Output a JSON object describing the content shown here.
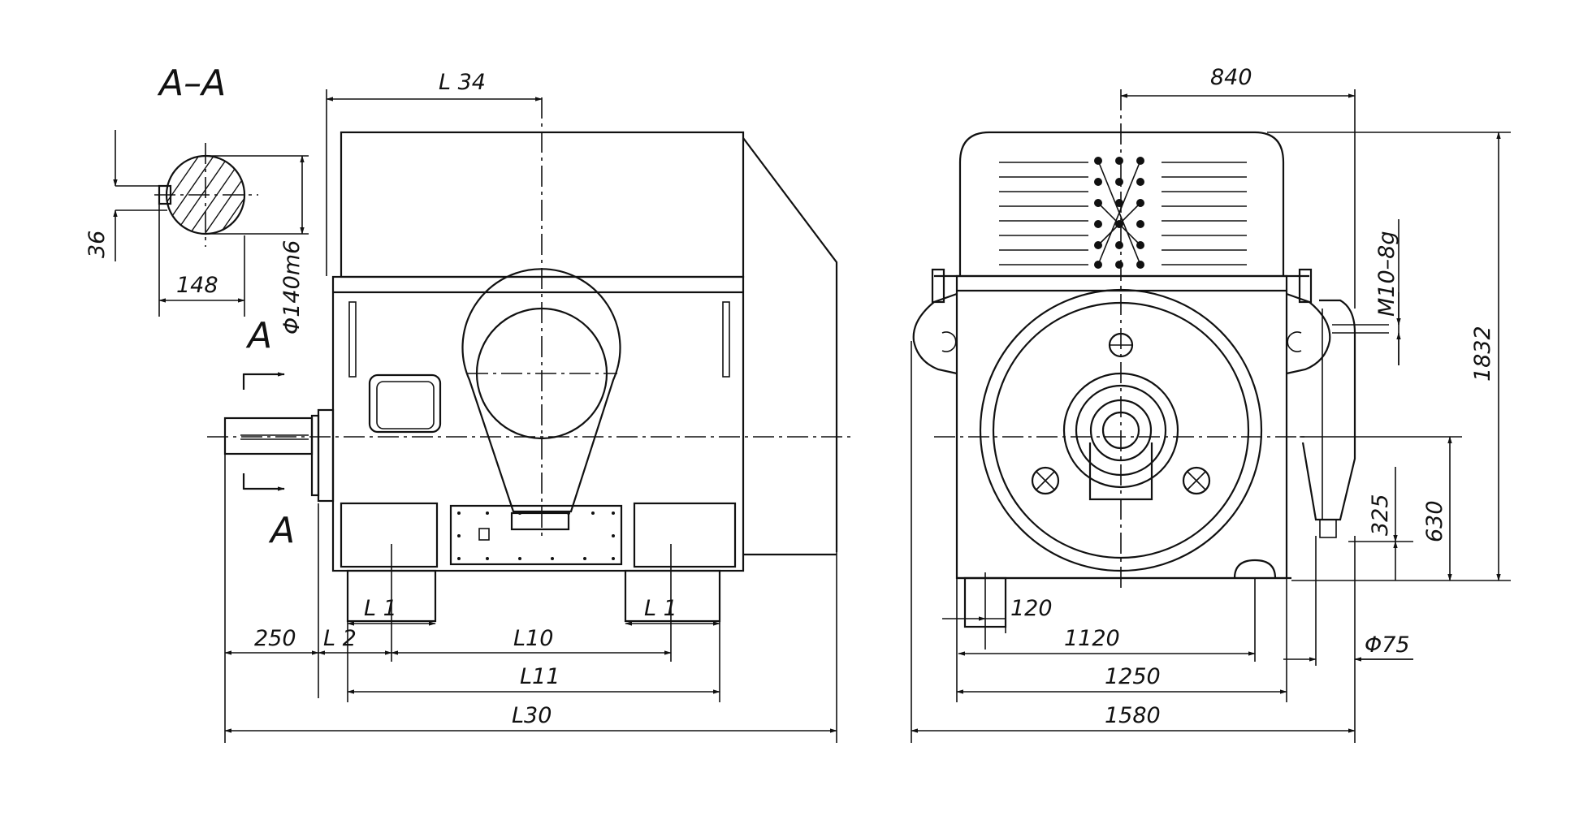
{
  "section_title": "A–A",
  "section_marker": "A",
  "labels": {
    "key_height": "36",
    "shaft_diameter": "Φ140m6",
    "key_offset": "148",
    "L34": "L 34",
    "L1": "L 1",
    "L2": "L 2",
    "L10": "L10",
    "L11": "L11",
    "L30": "L30",
    "d250": "250",
    "d840": "840",
    "d1832": "1832",
    "dM10": "M10–8g",
    "d630": "630",
    "d325": "325",
    "d120": "120",
    "d1120": "1120",
    "d1250": "1250",
    "d1580": "1580",
    "d75": "Φ75"
  }
}
